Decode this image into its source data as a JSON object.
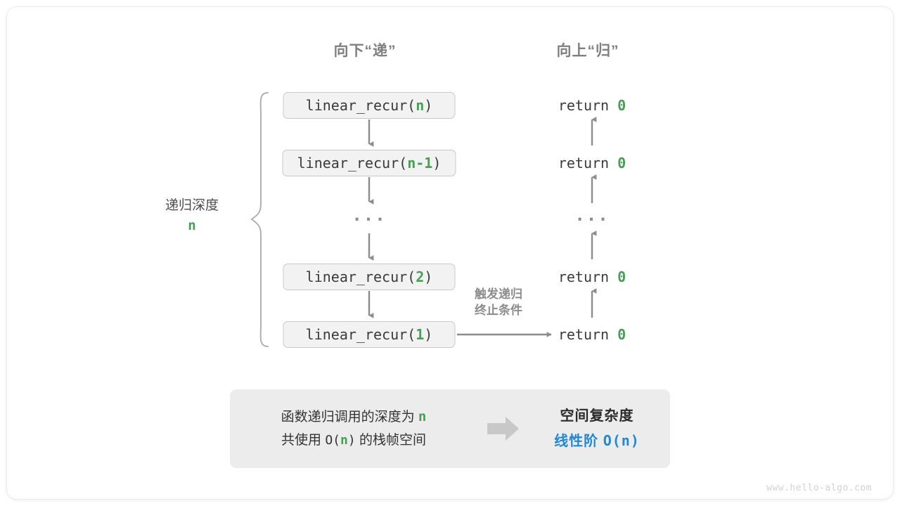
{
  "columns": {
    "down_header": "向下“递”",
    "up_header": "向上“归”"
  },
  "depth": {
    "label": "递归深度",
    "value": "n"
  },
  "calls": [
    {
      "prefix": "linear_recur(",
      "arg": "n",
      "suffix": ")"
    },
    {
      "prefix": "linear_recur(",
      "arg": "n-1",
      "suffix": ")"
    },
    {
      "ellipsis": "···"
    },
    {
      "prefix": "linear_recur(",
      "arg": "2",
      "suffix": ")"
    },
    {
      "prefix": "linear_recur(",
      "arg": "1",
      "suffix": ")"
    }
  ],
  "returns": [
    {
      "keyword": "return",
      "value": "0"
    },
    {
      "keyword": "return",
      "value": "0"
    },
    {
      "ellipsis": "···"
    },
    {
      "keyword": "return",
      "value": "0"
    },
    {
      "keyword": "return",
      "value": "0"
    }
  ],
  "terminate_note": {
    "line1": "触发递归",
    "line2": "终止条件"
  },
  "summary": {
    "left_line1_a": "函数递归调用的深度为",
    "left_line1_var": "n",
    "left_line2_a": "共使用",
    "left_line2_big_o": "O(n)",
    "left_line2_b": "的栈帧空间",
    "arrow_icon": "right-block-arrow",
    "right_title": "空间复杂度",
    "right_value_text": "线性阶",
    "right_value_mono": "O(n)"
  },
  "watermark": "www.hello-algo.com",
  "colors": {
    "green": "#479e55",
    "blue": "#1f87d4",
    "gray_line": "#8c8c8c",
    "box_fill": "#f2f2f2",
    "box_border": "#c9c9c9",
    "panel_fill": "#ececec",
    "header_gray": "#7f7f7f"
  }
}
